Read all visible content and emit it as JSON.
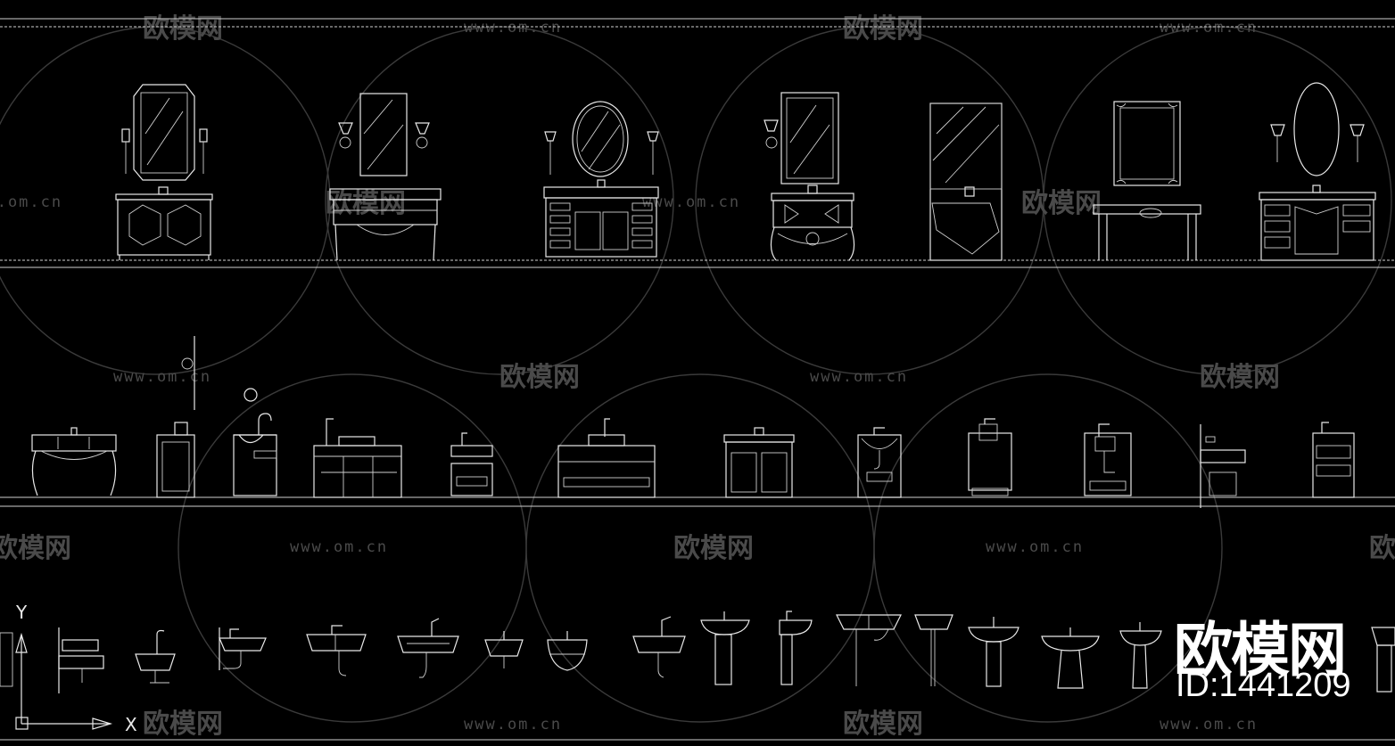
{
  "watermark": {
    "brand_text": "欧模网",
    "url_text": "www.om.cn",
    "id_text": "ID:1441209"
  },
  "axes": {
    "x_label": "X",
    "y_label": "Y"
  },
  "drawing": {
    "rows": [
      {
        "name": "vanity-elevations-row-1",
        "items": 7
      },
      {
        "name": "vanity-elevations-row-2",
        "items": 12
      },
      {
        "name": "sink-details-row-3",
        "items": 17
      }
    ]
  },
  "colors": {
    "background": "#000000",
    "linework": "#e8e8e8",
    "watermark": "#4a4a4a"
  }
}
